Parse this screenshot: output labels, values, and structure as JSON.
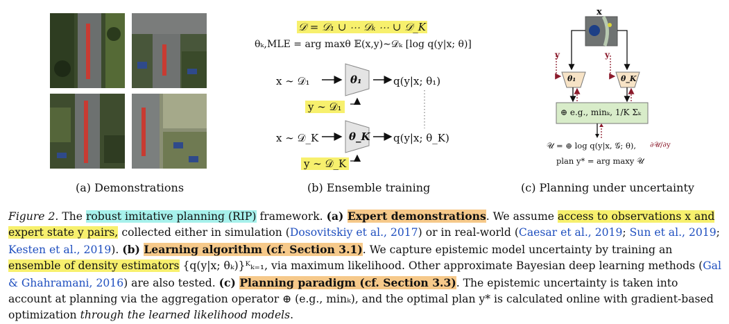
{
  "panels": {
    "a": {
      "caption": "(a) Demonstrations"
    },
    "b": {
      "caption": "(b) Ensemble training",
      "data_union": "𝒟 = 𝒟₁ ∪ ⋯ 𝒟ₖ ⋯ ∪ 𝒟_K",
      "mle": "θₖ,MLE = arg maxθ 𝔼(x,y)∼𝒟ₖ [log q(y|x; θ)]",
      "row1_input": "x ∼ 𝒟₁",
      "row1_model": "θ₁",
      "row1_output": "q(y|x; θ₁)",
      "row1_label": "y ∼ 𝒟₁",
      "rowK_input": "x ∼ 𝒟_K",
      "rowK_model": "θ_K",
      "rowK_output": "q(y|x; θ_K)",
      "rowK_label": "y ∼ 𝒟_K"
    },
    "c": {
      "caption": "(c) Planning under uncertainty",
      "x_label": "x",
      "y_left": "y",
      "y_right": "y",
      "model_1": "θ₁",
      "model_K": "θ_K",
      "aggregator": "⊕ e.g., minₖ, 1/K Σₖ",
      "objective": "𝒰 = ⊕ log q(y|x, 𝒢; θ),",
      "gradient": "∂𝒰/∂y",
      "plan": "plan y* = arg maxy 𝒰"
    }
  },
  "caption": {
    "figure_label": "Figure 2.",
    "t1": " The ",
    "rip": "robust imitative planning (RIP)",
    "t2": " framework. ",
    "a_label": "(a) ",
    "a_title": "Expert demonstrations",
    "t3": ". We assume ",
    "assume": "access to observations x and expert state y pairs,",
    "t4": " collected either in simulation (",
    "ref1": "Dosovitskiy et al., 2017",
    "t5": ") or in real-world (",
    "ref2": "Caesar et al., 2019",
    "sep1": "; ",
    "ref3": "Sun et al., 2019",
    "sep2": "; ",
    "ref4": "Kesten et al., 2019",
    "t6": "). ",
    "b_label": "(b) ",
    "b_title": "Learning algorithm (cf. Section 3.1)",
    "t7": ". We capture epistemic model uncertainty by training an ",
    "ensemble": "ensemble of density estimators",
    "t8": " {q(y|x; θₖ)}ᴷₖ₌₁, via maximum likelihood. Other approximate Bayesian deep learning methods (",
    "ref5": "Gal & Ghahramani, 2016",
    "t9": ") are also tested. ",
    "c_label": "(c) ",
    "c_title": "Planning paradigm (cf. Section 3.3)",
    "t10": ". The epistemic uncertainty is taken into account at planning via the aggregation operator ⊕ (e.g., minₖ), and the optimal plan y* is calculated online with gradient-based optimization ",
    "through": "through the learned likelihood models",
    "t11": "."
  },
  "colors": {
    "yellow": "#f7f06d",
    "orange": "#f6c98a",
    "cyan": "#a7f1ec",
    "ref": "#1f4fbf",
    "arrow_red": "#8b1a2b",
    "agg_box": "#d8ecc9"
  }
}
